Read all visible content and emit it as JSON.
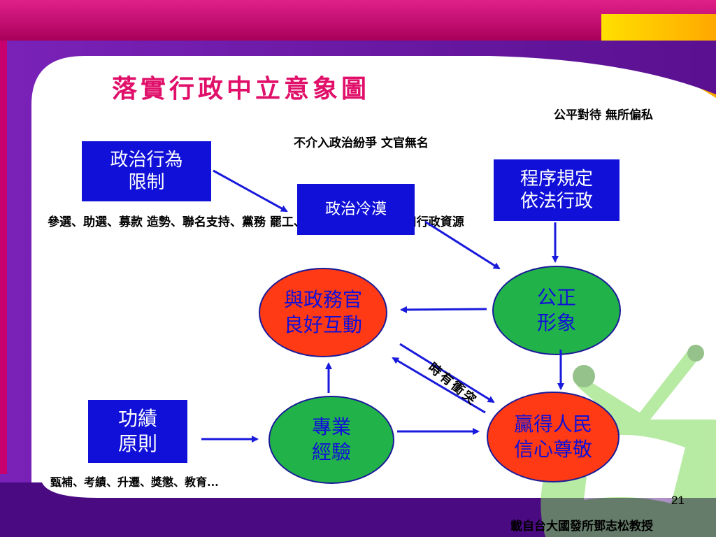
{
  "title": "落實行政中立意象圖",
  "notes": {
    "no_politics": "不介入政治紛爭\n文官無名",
    "fair": "公平對待\n無所偏私",
    "limits": "參選、助選、募款\n造勢、聯名支持、黨務\n罷工、遊行、政治言論\n動用行政資源",
    "merit": "甄補、考績、升遷、獎懲、教育..."
  },
  "boxes": {
    "political_limits": "政治行為\n限制",
    "political_apathy": "政治冷漠",
    "procedure": "程序規定\n依法行政",
    "merit_principle": "功績\n原則"
  },
  "ovals": {
    "interaction": "與政務官\n良好互動",
    "fair_image": "公正\n形象",
    "expertise": "專業\n經驗",
    "trust": "贏得人民\n信心尊敬"
  },
  "conflict_label": "時有衝突",
  "page_number": "21",
  "credit": "載自台大國發所鄧志松教授",
  "colors": {
    "title": "#e0106a",
    "box_fill": "#1010d8",
    "red_oval": "#ff3a14",
    "green_oval": "#22b24a",
    "arrow": "#1a1adc",
    "frame_purple": "#6a1aa8",
    "frame_magenta": "#c8006e",
    "frame_yellow": "#ffc400"
  }
}
